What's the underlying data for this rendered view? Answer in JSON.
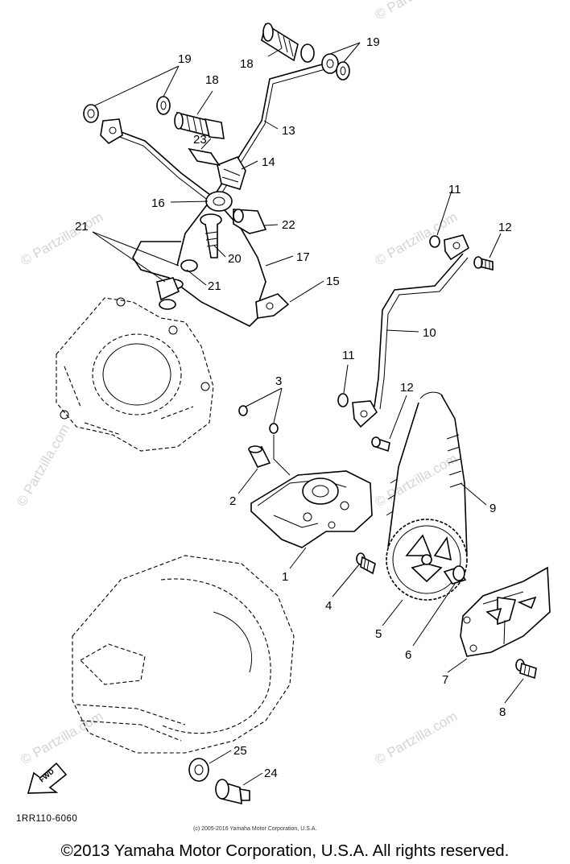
{
  "diagram": {
    "callouts": [
      {
        "id": "c1",
        "text": "1"
      },
      {
        "id": "c2",
        "text": "2"
      },
      {
        "id": "c3",
        "text": "3"
      },
      {
        "id": "c4",
        "text": "4"
      },
      {
        "id": "c5",
        "text": "5"
      },
      {
        "id": "c6",
        "text": "6"
      },
      {
        "id": "c7",
        "text": "7"
      },
      {
        "id": "c8",
        "text": "8"
      },
      {
        "id": "c9",
        "text": "9"
      },
      {
        "id": "c10",
        "text": "10"
      },
      {
        "id": "c11a",
        "text": "11"
      },
      {
        "id": "c11b",
        "text": "11"
      },
      {
        "id": "c12a",
        "text": "12"
      },
      {
        "id": "c12b",
        "text": "12"
      },
      {
        "id": "c13",
        "text": "13"
      },
      {
        "id": "c14",
        "text": "14"
      },
      {
        "id": "c15",
        "text": "15"
      },
      {
        "id": "c16",
        "text": "16"
      },
      {
        "id": "c17",
        "text": "17"
      },
      {
        "id": "c18a",
        "text": "18"
      },
      {
        "id": "c18b",
        "text": "18"
      },
      {
        "id": "c19a",
        "text": "19"
      },
      {
        "id": "c19b",
        "text": "19"
      },
      {
        "id": "c20",
        "text": "20"
      },
      {
        "id": "c21a",
        "text": "21"
      },
      {
        "id": "c21b",
        "text": "21"
      },
      {
        "id": "c22",
        "text": "22"
      },
      {
        "id": "c23",
        "text": "23"
      },
      {
        "id": "c24",
        "text": "24"
      },
      {
        "id": "c25",
        "text": "25"
      }
    ],
    "diagram_code": "1RR110-6060",
    "fwd_label": "FWD",
    "small_copyright": "(c) 2005-2016 Yamaha Motor Corporation, U.S.A.",
    "watermark": "© Partzilla.com"
  },
  "footer": {
    "copyright": "©2013 Yamaha Motor Corporation, U.S.A. All rights reserved."
  }
}
